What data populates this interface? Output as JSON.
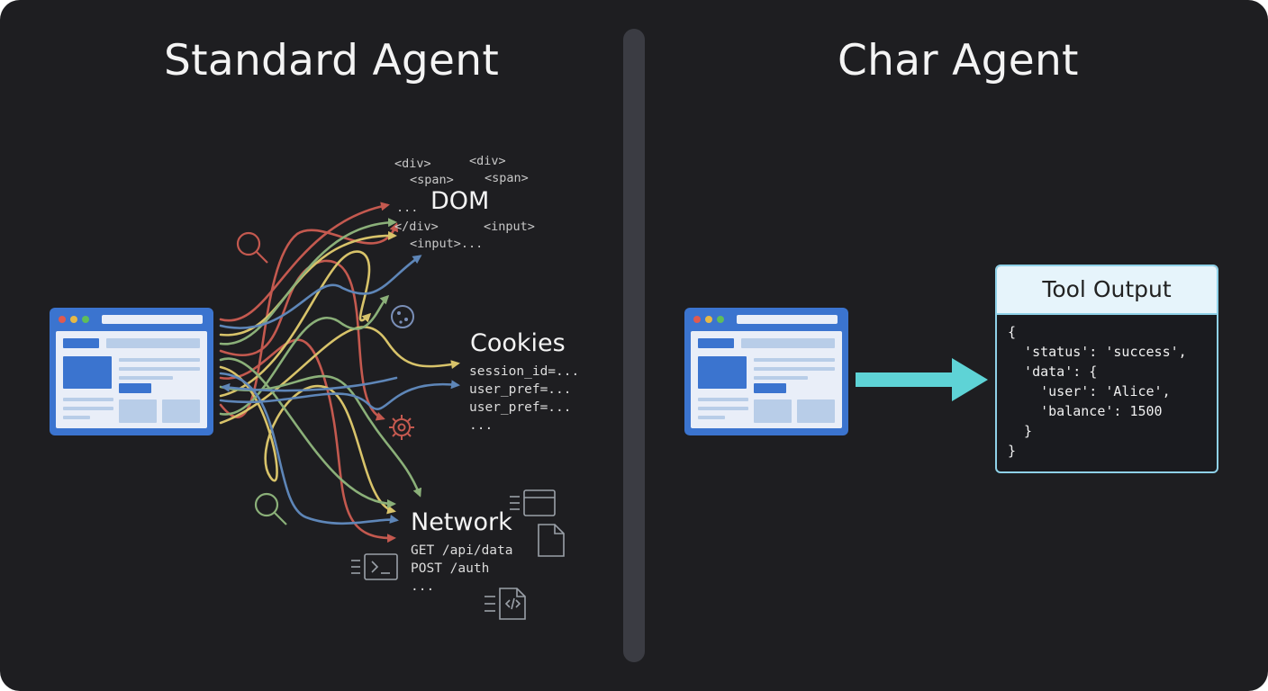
{
  "titles": {
    "left": "Standard Agent",
    "right": "Char Agent"
  },
  "dom": {
    "label": "DOM",
    "ellipsis": "...",
    "tags": [
      "<div>",
      "<span>",
      "</div>",
      "<input>...",
      "<div>",
      "<span>",
      "<input>"
    ]
  },
  "cookies": {
    "label": "Cookies",
    "lines": [
      "session_id=...",
      "user_pref=...",
      "user_pref=...",
      "..."
    ]
  },
  "network": {
    "label": "Network",
    "lines": [
      "GET /api/data",
      "POST /auth",
      "..."
    ]
  },
  "tool_output": {
    "header": "Tool Output",
    "lines": [
      "{",
      "  'status': 'success',",
      "  'data': {",
      "    'user': 'Alice',",
      "    'balance': 1500",
      "  }",
      "}"
    ]
  },
  "icons": [
    "browser-window-icon",
    "magnifier-icon",
    "cookie-icon",
    "gear-icon",
    "terminal-icon",
    "file-icon",
    "code-file-icon",
    "console-window-icon",
    "arrow-icon"
  ],
  "colors": {
    "background": "#1e1e21",
    "red_arrow": "#c4594f",
    "yellow_arrow": "#d8c36a",
    "green_arrow": "#8bb079",
    "blue_arrow": "#5e86b8",
    "cyan_arrow": "#5ed3d6",
    "browser": "#3b74cf"
  }
}
